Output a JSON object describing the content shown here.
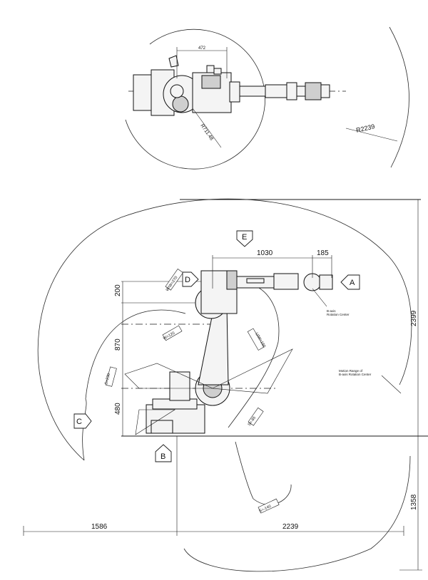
{
  "top_view": {
    "dim_width": "472",
    "radius_small": "R711.48",
    "radius_large": "R2239"
  },
  "side_view": {
    "dims": {
      "upper_arm_reach": "1030",
      "wrist_offset": "185",
      "total_height": "2399",
      "wrist_height": "200",
      "arm_length": "870",
      "base_height": "480",
      "rear_reach": "1586",
      "front_reach": "2239",
      "below_base": "1358"
    },
    "view_markers": {
      "a": "A",
      "b": "B",
      "c": "C",
      "d": "D",
      "e": "E"
    },
    "angles": {
      "w_270": "W/W=270",
      "w_120": "W=120",
      "u_150": "U/W=150",
      "s_230": "S=230",
      "s_85": "S=-85",
      "u_140": "S=-140"
    },
    "notes": {
      "b_axis_label": "B-axis",
      "b_axis_sub": "Rotation Center",
      "motion_range_1": "Motion Range of",
      "motion_range_2": "B-axis Rotation Center"
    }
  },
  "colors": {
    "line": "#1a1a1a",
    "background": "#ffffff"
  }
}
